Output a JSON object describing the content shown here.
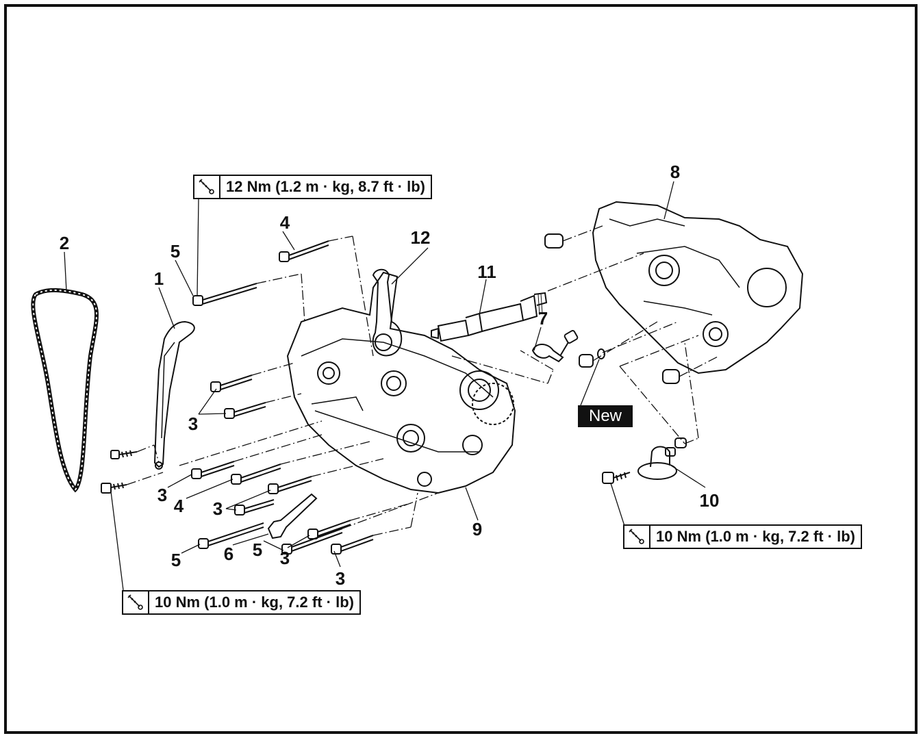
{
  "diagram": {
    "callouts": {
      "c1": "1",
      "c2": "2",
      "c3a": "3",
      "c3b": "3",
      "c3c": "3",
      "c3d": "3",
      "c3e": "3",
      "c4a": "4",
      "c4b": "4",
      "c5a": "5",
      "c5b": "5",
      "c5c": "5",
      "c6": "6",
      "c7": "7",
      "c8": "8",
      "c9": "9",
      "c10": "10",
      "c11": "11",
      "c12": "12"
    },
    "torque_top": "12 Nm (1.2 m · kg, 8.7 ft · lb)",
    "torque_bottom_left": "10 Nm (1.0 m · kg, 7.2 ft · lb)",
    "torque_bottom_right": "10 Nm (1.0 m · kg, 7.2 ft · lb)",
    "new_badge": "New",
    "torque_icon": "torque-wrench-icon",
    "line_color": "#111111"
  }
}
